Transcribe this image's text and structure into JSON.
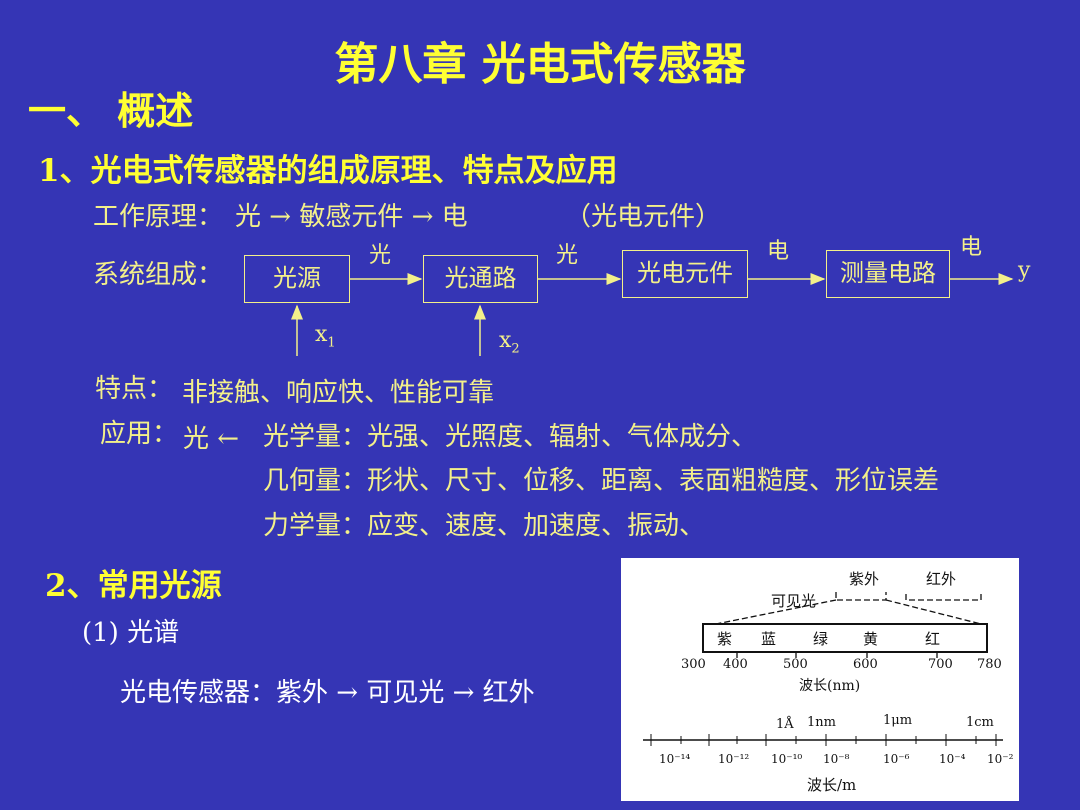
{
  "title": "第八章 光电式传感器",
  "section1": "一、 概述",
  "section1_1": "1、光电式传感器的组成原理、特点及应用",
  "principle": {
    "label": "工作原理：",
    "text": "光 → 敏感元件 → 电",
    "note": "（光电元件）"
  },
  "system": {
    "label": "系统组成：",
    "boxes": [
      "光源",
      "光通路",
      "光电元件",
      "测量电路"
    ],
    "arrow_labels": [
      "光",
      "光",
      "电",
      "电"
    ],
    "output": "y",
    "inputs": [
      "x",
      "x"
    ],
    "input_subs": [
      "1",
      "2"
    ]
  },
  "features": {
    "label": "特点：",
    "text": "非接触、响应快、性能可靠"
  },
  "application": {
    "label": "应用：",
    "prefix": "光 ←",
    "lines": [
      "光学量：光强、光照度、辐射、气体成分、",
      "几何量：形状、尺寸、位移、距离、表面粗糙度、形位误差",
      "力学量：应变、速度、加速度、振动、"
    ]
  },
  "section2": "2、常用光源",
  "spectrum_heading": "(1) 光谱",
  "sensor_line": "光电传感器：紫外 → 可见光 → 红外",
  "figure": {
    "top_labels": {
      "uv": "紫外",
      "ir": "红外",
      "visible": "可见光"
    },
    "colors": [
      "紫",
      "蓝",
      "绿",
      "黄",
      "红"
    ],
    "nm_ticks": [
      "300",
      "400",
      "500",
      "600",
      "700",
      "780"
    ],
    "nm_axis": "波长(nm)",
    "unit_labels": [
      "1Å",
      "1nm",
      "1μm",
      "1cm"
    ],
    "m_ticks": [
      "10⁻¹⁴",
      "10⁻¹²",
      "10⁻¹⁰",
      "10⁻⁸",
      "10⁻⁶",
      "10⁻⁴",
      "10⁻²"
    ],
    "m_axis": "波长/m"
  },
  "colors": {
    "background": "#3535b5",
    "heading": "#ffff33",
    "body": "#ffffff",
    "diagram": "#f3f08a"
  }
}
